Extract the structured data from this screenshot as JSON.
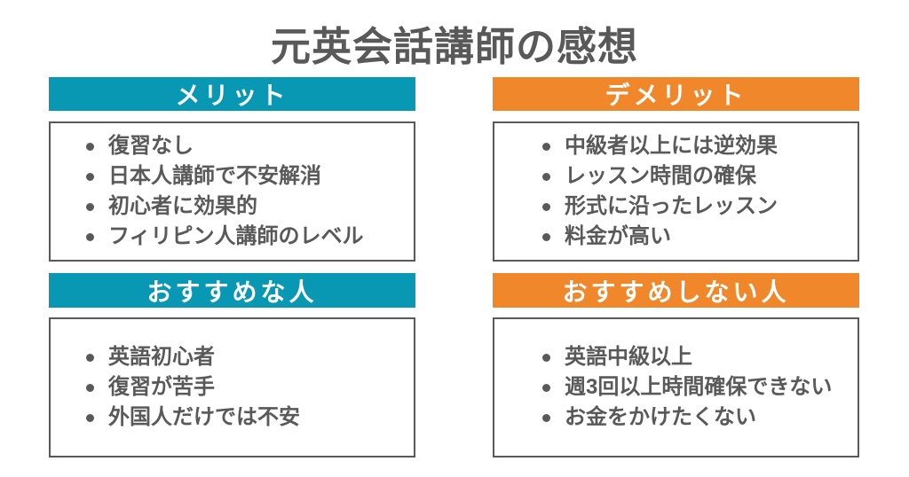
{
  "title": "元英会話講師の感想",
  "theme": {
    "teal": "#0898b4",
    "orange": "#f0882b",
    "text_gray": "#595959",
    "border_gray": "#595959",
    "background": "#ffffff"
  },
  "sections": [
    {
      "id": "merit",
      "label": "メリット",
      "color": "teal",
      "items": [
        "復習なし",
        "日本人講師で不安解消",
        "初心者に効果的",
        "フィリピン人講師のレベル"
      ]
    },
    {
      "id": "demerit",
      "label": "デメリット",
      "color": "orange",
      "items": [
        "中級者以上には逆効果",
        "レッスン時間の確保",
        "形式に沿ったレッスン",
        "料金が高い"
      ]
    },
    {
      "id": "recommended",
      "label": "おすすめな人",
      "color": "teal",
      "items": [
        "英語初心者",
        "復習が苦手",
        "外国人だけでは不安"
      ]
    },
    {
      "id": "not-recommended",
      "label": "おすすめしない人",
      "color": "orange",
      "items": [
        "英語中級以上",
        "週3回以上時間確保できない",
        "お金をかけたくない"
      ]
    }
  ]
}
